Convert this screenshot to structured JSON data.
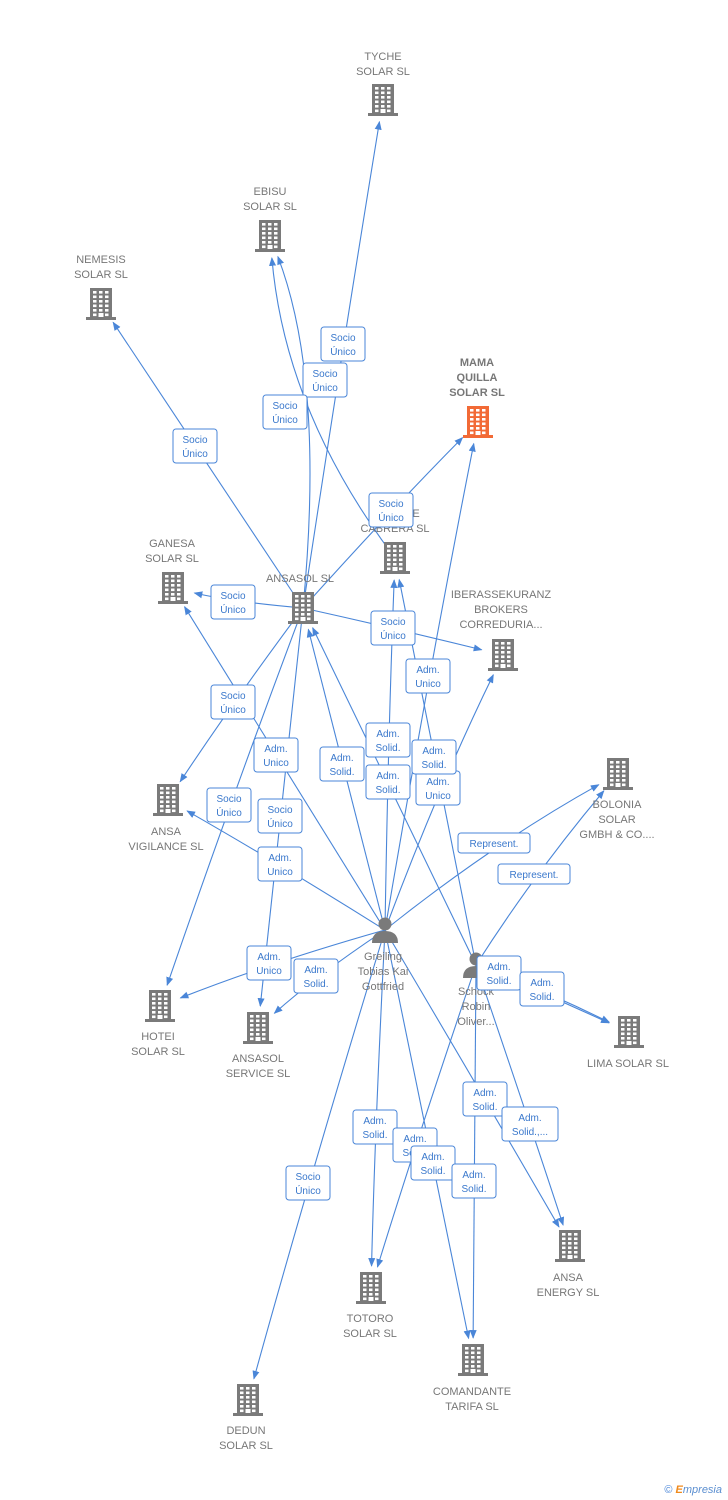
{
  "nodes": [
    {
      "id": "tyche",
      "label": [
        "TYCHE",
        "SOLAR  SL"
      ],
      "type": "company"
    },
    {
      "id": "ebisu",
      "label": [
        "EBISU",
        "SOLAR  SL"
      ],
      "type": "company"
    },
    {
      "id": "nemesis",
      "label": [
        "NEMESIS",
        "SOLAR  SL"
      ],
      "type": "company"
    },
    {
      "id": "mama",
      "label": [
        "MAMA",
        "QUILLA",
        "SOLAR  SL"
      ],
      "type": "company",
      "focus": true
    },
    {
      "id": "pago",
      "label": [
        "PAGO DE",
        "CABRERA SL"
      ],
      "type": "company"
    },
    {
      "id": "ganesa",
      "label": [
        "GANESA",
        "SOLAR  SL"
      ],
      "type": "company"
    },
    {
      "id": "ansasol",
      "label": [
        "ANSASOL SL"
      ],
      "type": "company"
    },
    {
      "id": "iberas",
      "label": [
        "IBERASSEKURANZ",
        "BROKERS",
        "CORREDURIA..."
      ],
      "type": "company"
    },
    {
      "id": "bolonia",
      "label": [
        "BOLONIA",
        "SOLAR",
        "GMBH & CO...."
      ],
      "type": "company"
    },
    {
      "id": "vigilance",
      "label": [
        "ANSA",
        "VIGILANCE  SL"
      ],
      "type": "company"
    },
    {
      "id": "greiling",
      "label": [
        "Greiling",
        "Tobias Kai",
        "Gottfried"
      ],
      "type": "person"
    },
    {
      "id": "schock",
      "label": [
        "Schock",
        "Robin",
        "Oliver..."
      ],
      "type": "person"
    },
    {
      "id": "hotei",
      "label": [
        "HOTEI",
        "SOLAR  SL"
      ],
      "type": "company"
    },
    {
      "id": "service",
      "label": [
        "ANSASOL",
        "SERVICE  SL"
      ],
      "type": "company"
    },
    {
      "id": "lima",
      "label": [
        "LIMA SOLAR SL"
      ],
      "type": "company"
    },
    {
      "id": "energy",
      "label": [
        "ANSA",
        "ENERGY SL"
      ],
      "type": "company"
    },
    {
      "id": "totoro",
      "label": [
        "TOTORO",
        "SOLAR SL"
      ],
      "type": "company"
    },
    {
      "id": "comandante",
      "label": [
        "COMANDANTE",
        "TARIFA  SL"
      ],
      "type": "company"
    },
    {
      "id": "dedun",
      "label": [
        "DEDUN",
        "SOLAR  SL"
      ],
      "type": "company"
    }
  ],
  "edges": [
    {
      "from": "ansasol",
      "to": "tyche",
      "label": [
        "Socio",
        "Único"
      ]
    },
    {
      "from": "ansasol",
      "to": "ebisu",
      "label": [
        "Socio",
        "Único"
      ]
    },
    {
      "from": "ansasol",
      "to": "nemesis",
      "label": [
        "Socio",
        "Único"
      ]
    },
    {
      "from": "ansasol",
      "to": "mama",
      "label": [
        "Socio",
        "Único"
      ]
    },
    {
      "from": "ansasol",
      "to": "ganesa",
      "label": [
        "Socio",
        "Único"
      ]
    },
    {
      "from": "ansasol",
      "to": "iberas",
      "label": [
        "Socio",
        "Único"
      ]
    },
    {
      "from": "ansasol",
      "to": "vigilance",
      "label": [
        "Socio",
        "Único"
      ]
    },
    {
      "from": "ansasol",
      "to": "hotei",
      "label": [
        "Socio",
        "Único"
      ]
    },
    {
      "from": "ansasol",
      "to": "service",
      "label": [
        "Socio",
        "Único"
      ]
    },
    {
      "from": "pago",
      "to": "ebisu",
      "label": [
        "Socio",
        "Único"
      ]
    },
    {
      "from": "greiling",
      "to": "ansasol",
      "label": [
        "Adm.",
        "Solid."
      ]
    },
    {
      "from": "schock",
      "to": "ansasol",
      "label": [
        "Adm.",
        "Solid."
      ]
    },
    {
      "from": "greiling",
      "to": "pago",
      "label": [
        "Adm.",
        "Solid."
      ]
    },
    {
      "from": "greiling",
      "to": "mama",
      "label": [
        "Adm.",
        "Unico"
      ]
    },
    {
      "from": "greiling",
      "to": "iberas",
      "label": [
        "Adm.",
        "Unico"
      ]
    },
    {
      "from": "greiling",
      "to": "ganesa",
      "label": [
        "Adm.",
        "Unico"
      ]
    },
    {
      "from": "greiling",
      "to": "vigilance",
      "label": [
        "Adm.",
        "Unico"
      ]
    },
    {
      "from": "greiling",
      "to": "hotei",
      "label": [
        "Adm.",
        "Unico"
      ]
    },
    {
      "from": "greiling",
      "to": "service",
      "label": [
        "Adm.",
        "Solid."
      ]
    },
    {
      "from": "greiling",
      "to": "bolonia",
      "label": [
        "Represent."
      ]
    },
    {
      "from": "schock",
      "to": "bolonia",
      "label": [
        "Represent."
      ]
    },
    {
      "from": "schock",
      "to": "pago",
      "label": [
        "Adm.",
        "Solid."
      ]
    },
    {
      "from": "schock",
      "to": "lima",
      "label": [
        "Adm.",
        "Solid."
      ]
    },
    {
      "from": "schock",
      "to": "lima",
      "label": [
        "Adm.",
        "Solid."
      ]
    },
    {
      "from": "greiling",
      "to": "energy",
      "label": [
        "Adm.",
        "Solid."
      ]
    },
    {
      "from": "schock",
      "to": "energy",
      "label": [
        "Adm.",
        "Solid.,..."
      ]
    },
    {
      "from": "greiling",
      "to": "totoro",
      "label": [
        "Adm.",
        "Solid."
      ]
    },
    {
      "from": "schock",
      "to": "totoro",
      "label": [
        "Adm.",
        "Solid."
      ]
    },
    {
      "from": "greiling",
      "to": "comandante",
      "label": [
        "Adm.",
        "Solid."
      ]
    },
    {
      "from": "schock",
      "to": "comandante",
      "label": [
        "Adm.",
        "Solid."
      ]
    },
    {
      "from": "greiling",
      "to": "dedun",
      "label": [
        "Socio",
        "Único"
      ]
    }
  ],
  "footer": {
    "copyright": "©",
    "brand_e": "E",
    "brand_rest": "mpresia"
  },
  "colors": {
    "edge": "#4a86d8",
    "building": "#7a7a7a",
    "focus": "#f26a36",
    "person": "#7a7a7a"
  }
}
